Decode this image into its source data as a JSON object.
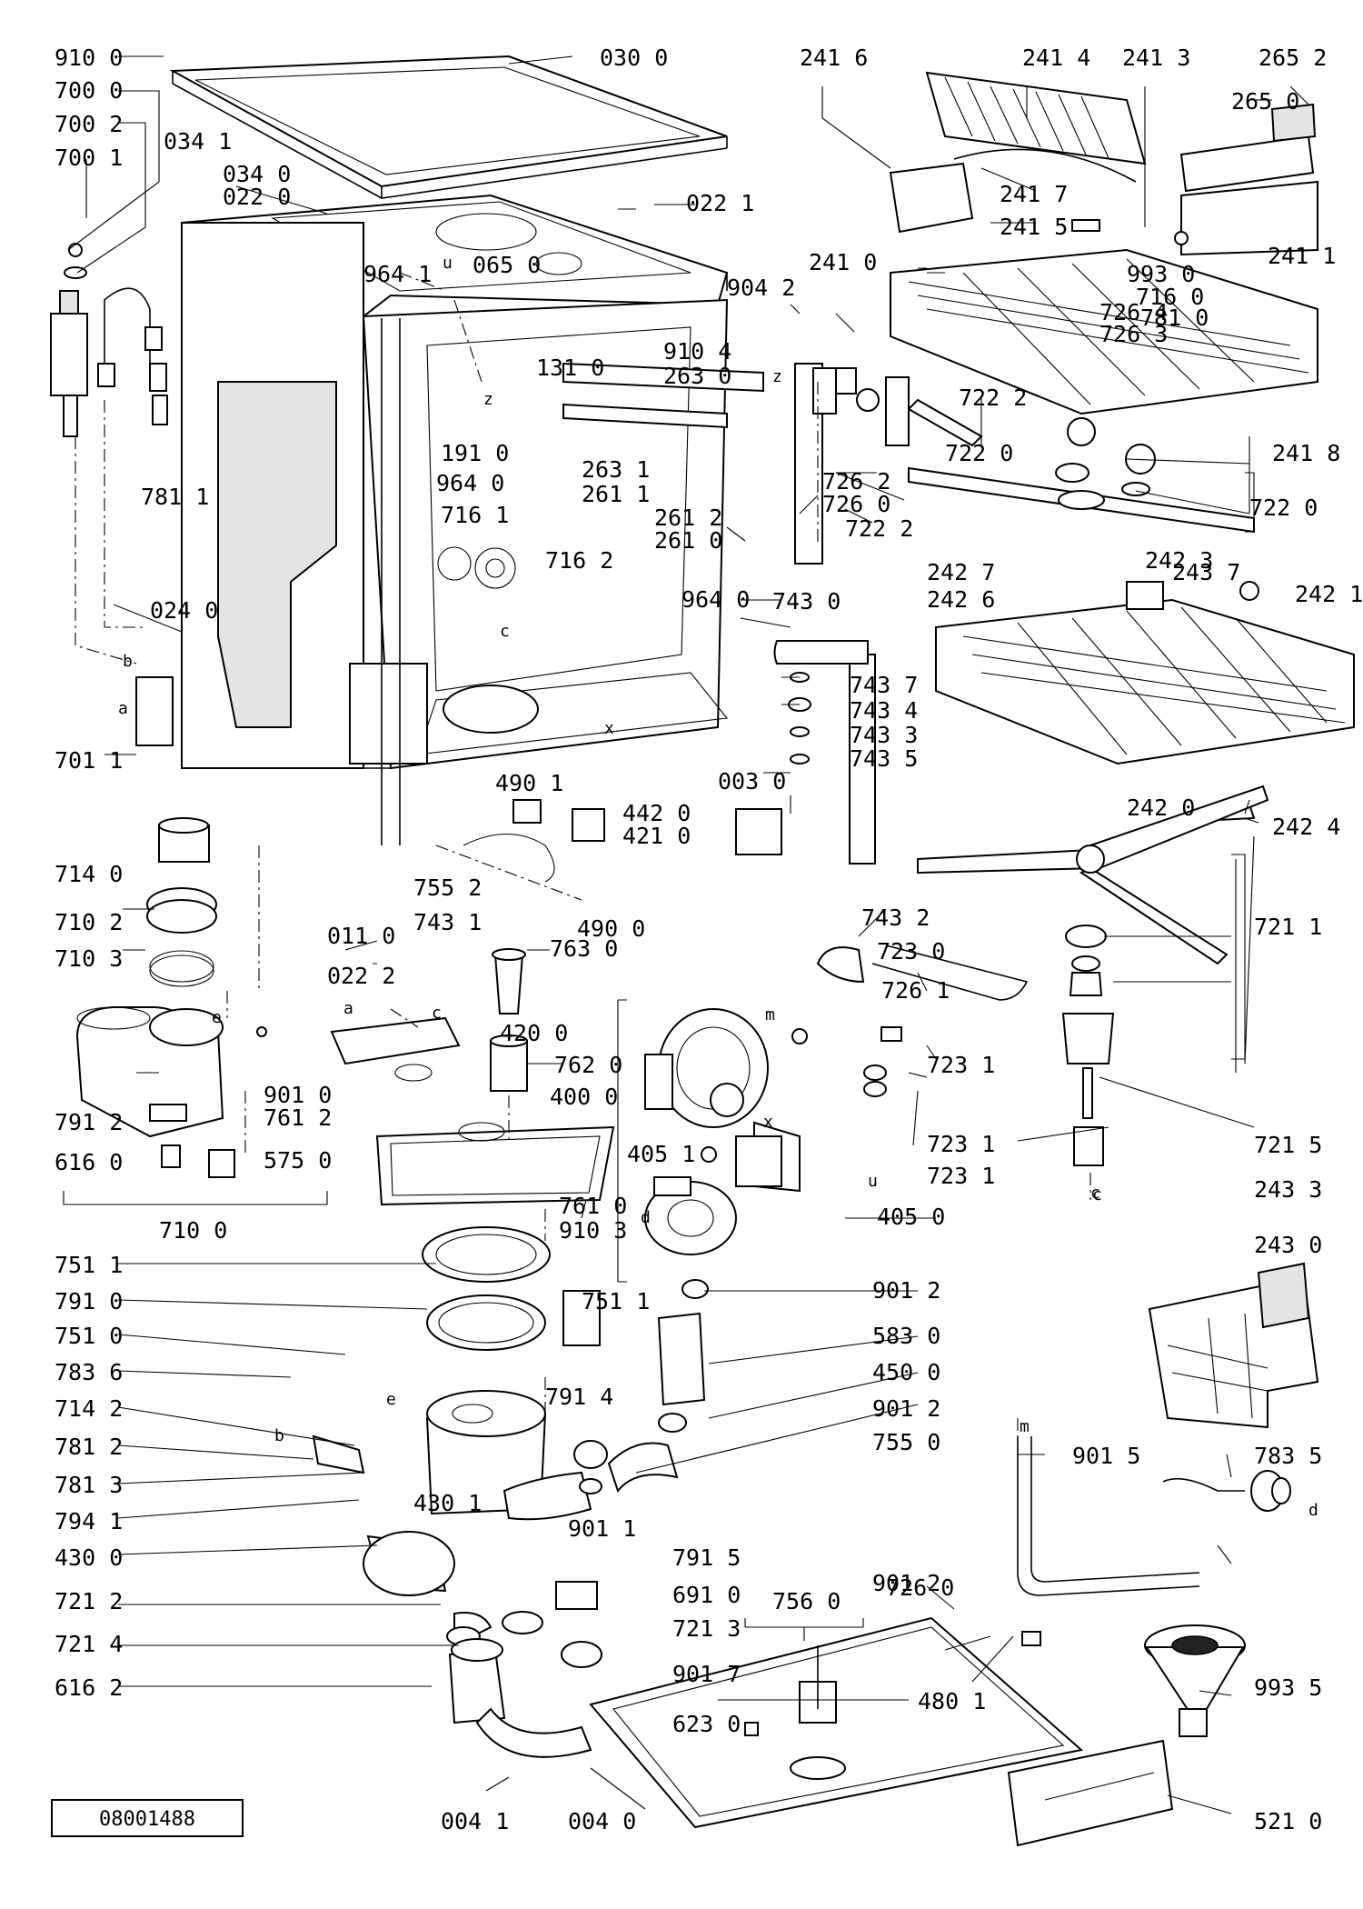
{
  "document_number": "08001488",
  "icons": [
    "cabinet-frame-icon",
    "top-cover-icon",
    "upper-basket-icon",
    "lower-basket-icon",
    "spray-arm-icon",
    "motor-pump-icon",
    "salt-container-icon",
    "filter-icon",
    "sump-icon",
    "drain-pump-icon",
    "base-plate-icon",
    "control-panel-icon",
    "cutlery-basket-icon",
    "funnel-icon"
  ],
  "labels": [
    "910 0",
    "700 0",
    "700 2",
    "700 1",
    "034 1",
    "034 0",
    "022 0",
    "030 0",
    "022 1",
    "241 6",
    "241 4",
    "241 3",
    "265 2",
    "265 0",
    "964 1",
    "065 0",
    "993 0",
    "716 0",
    "781 0",
    "131 0",
    "910 4",
    "904 2",
    "726 4",
    "726 3",
    "241 7",
    "241 5",
    "241 0",
    "241 1",
    "263 0",
    "722 2",
    "241 8",
    "722 0",
    "722 0",
    "722 2",
    "781 1",
    "191 0",
    "964 0",
    "716 1",
    "263 1",
    "261 1",
    "261 2",
    "261 0",
    "726 2",
    "726 0",
    "716 2",
    "964 0",
    "243 7",
    "242 7",
    "242 3",
    "242 1",
    "242 6",
    "024 0",
    "743 0",
    "743 7",
    "743 4",
    "743 3",
    "743 5",
    "701 1",
    "003 0",
    "242 0",
    "242 4",
    "490 1",
    "442 0",
    "421 0",
    "714 0",
    "755 2",
    "743 1",
    "490 0",
    "743 2",
    "721 1",
    "710 2",
    "011 0",
    "022 2",
    "763 0",
    "723 0",
    "710 3",
    "726 1",
    "420 0",
    "762 0",
    "723 1",
    "400 0",
    "901 0",
    "761 2",
    "723 1",
    "723 1",
    "791 2",
    "616 0",
    "575 0",
    "405 1",
    "721 5",
    "761 0",
    "910 3",
    "405 0",
    "243 3",
    "710 0",
    "243 0",
    "751 1",
    "751 1",
    "901 2",
    "791 0",
    "583 0",
    "751 0",
    "450 0",
    "783 6",
    "791 4",
    "901 2",
    "714 2",
    "755 0",
    "781 2",
    "901 5",
    "783 5",
    "781 3",
    "430 1",
    "794 1",
    "430 0",
    "901 1",
    "791 5",
    "691 0",
    "901 2",
    "721 2",
    "726 0",
    "721 3",
    "756 0",
    "721 4",
    "901 7",
    "480 1",
    "993 5",
    "616 2",
    "623 0",
    "004 1",
    "004 0",
    "521 0"
  ],
  "letters": [
    "u",
    "z",
    "z",
    "c",
    "x",
    "e",
    "b",
    "a",
    "a",
    "c",
    "e",
    "b",
    "c",
    "d",
    "m",
    "x",
    "u",
    "c",
    "d",
    "m"
  ]
}
